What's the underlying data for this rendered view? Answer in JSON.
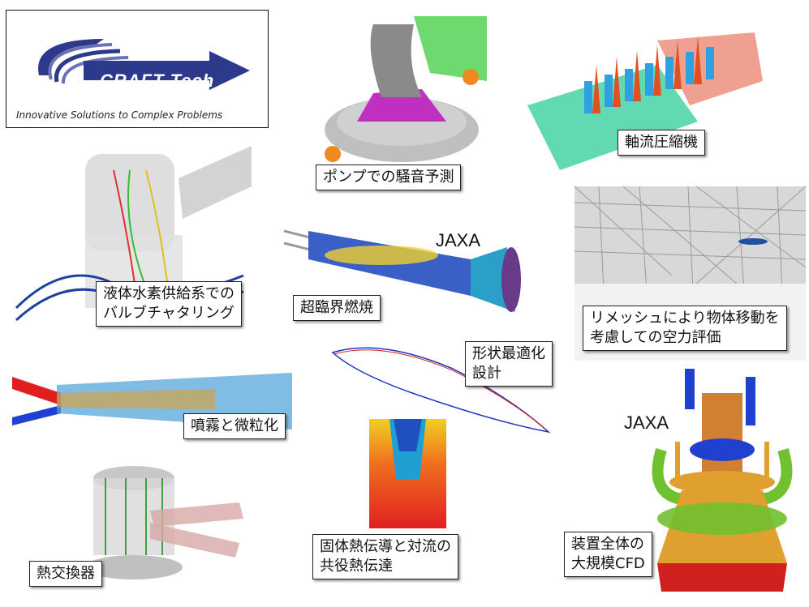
{
  "logo": {
    "brand": "CRAFT Tech",
    "tagline": "Innovative Solutions to Complex Problems"
  },
  "labels": {
    "pump_noise": "ポンプでの騒音予測",
    "axial_compressor": "軸流圧縮機",
    "valve_chattering": "液体水素供給系での\nバルブチャタリング",
    "supercritical_combustion": "超臨界燃焼",
    "remesh": "リメッシュにより物体移動を\n考慮しての空力評価",
    "shape_optimization": "形状最適化\n設計",
    "spray": "噴霧と微粒化",
    "heat_exchanger": "熱交換器",
    "conduction_convection": "固体熱伝導と対流の\n共役熱伝達",
    "full_cfd": "装置全体の\n大規模CFD"
  },
  "jaxa_marks": {
    "combustion": "JAXA",
    "engine": "JAXA"
  },
  "colors": {
    "logo_blue": "#2d3a8c",
    "label_border": "#222222"
  }
}
